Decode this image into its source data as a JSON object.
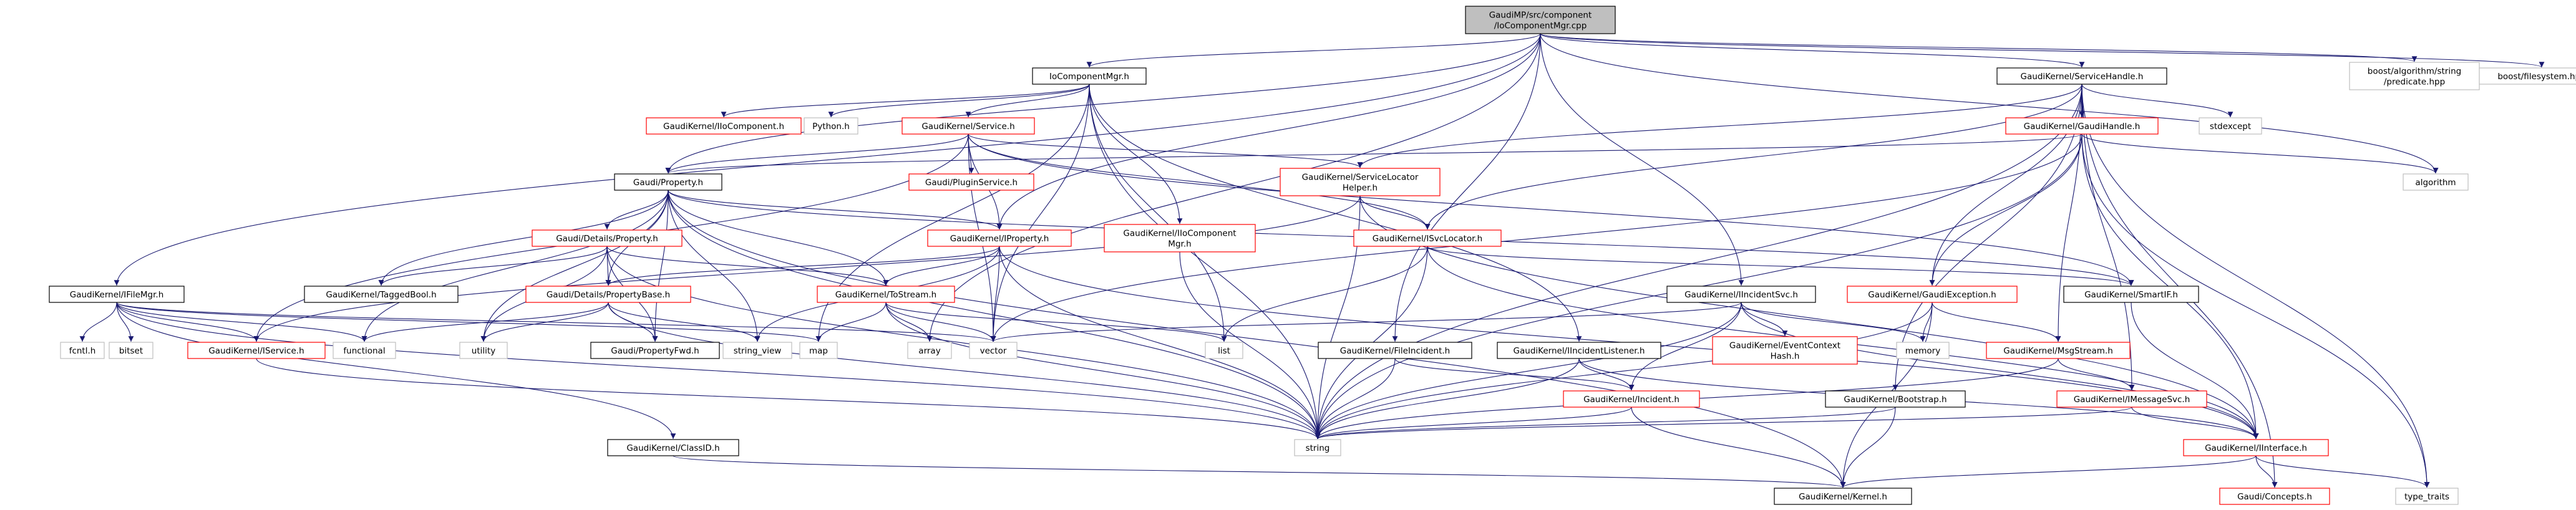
{
  "graph": {
    "nodes": [
      {
        "id": "root",
        "label": "GaudiMP/src/component\n/IoComponentMgr.cpp",
        "kind": "root"
      },
      {
        "id": "ioMgrh",
        "label": "IoComponentMgr.h",
        "kind": "doc"
      },
      {
        "id": "serviceHandle",
        "label": "GaudiKernel/ServiceHandle.h",
        "kind": "doc"
      },
      {
        "id": "boostAlg",
        "label": "boost/algorithm/string\n/predicate.hpp",
        "kind": "ext"
      },
      {
        "id": "boostFs",
        "label": "boost/filesystem.hpp",
        "kind": "ext"
      },
      {
        "id": "iIoComp",
        "label": "GaudiKernel/IIoComponent.h",
        "kind": "red"
      },
      {
        "id": "python",
        "label": "Python.h",
        "kind": "ext"
      },
      {
        "id": "gkService",
        "label": "GaudiKernel/Service.h",
        "kind": "red"
      },
      {
        "id": "gaudiHandle",
        "label": "GaudiKernel/GaudiHandle.h",
        "kind": "red"
      },
      {
        "id": "stdexcept",
        "label": "stdexcept",
        "kind": "ext"
      },
      {
        "id": "algorithm",
        "label": "algorithm",
        "kind": "ext"
      },
      {
        "id": "property",
        "label": "Gaudi/Property.h",
        "kind": "doc"
      },
      {
        "id": "pluginService",
        "label": "Gaudi/PluginService.h",
        "kind": "red"
      },
      {
        "id": "svcLocHelper",
        "label": "GaudiKernel/ServiceLocator\nHelper.h",
        "kind": "red"
      },
      {
        "id": "iIoCompMgr",
        "label": "GaudiKernel/IIoComponent\nMgr.h",
        "kind": "red"
      },
      {
        "id": "iProperty",
        "label": "GaudiKernel/IProperty.h",
        "kind": "red"
      },
      {
        "id": "iSvcLocator",
        "label": "GaudiKernel/ISvcLocator.h",
        "kind": "red"
      },
      {
        "id": "detailsProperty",
        "label": "Gaudi/Details/Property.h",
        "kind": "red"
      },
      {
        "id": "iFileMgr",
        "label": "GaudiKernel/IFileMgr.h",
        "kind": "doc"
      },
      {
        "id": "taggedBool",
        "label": "GaudiKernel/TaggedBool.h",
        "kind": "doc"
      },
      {
        "id": "propertyBase",
        "label": "Gaudi/Details/PropertyBase.h",
        "kind": "red"
      },
      {
        "id": "toStream",
        "label": "GaudiKernel/ToStream.h",
        "kind": "red"
      },
      {
        "id": "iIncidentSvc",
        "label": "GaudiKernel/IIncidentSvc.h",
        "kind": "doc"
      },
      {
        "id": "gaudiException",
        "label": "GaudiKernel/GaudiException.h",
        "kind": "red"
      },
      {
        "id": "smartIF",
        "label": "GaudiKernel/SmartIF.h",
        "kind": "doc"
      },
      {
        "id": "fcntl",
        "label": "fcntl.h",
        "kind": "ext"
      },
      {
        "id": "bitset",
        "label": "bitset",
        "kind": "ext"
      },
      {
        "id": "iService",
        "label": "GaudiKernel/IService.h",
        "kind": "red"
      },
      {
        "id": "functional",
        "label": "functional",
        "kind": "ext"
      },
      {
        "id": "utility",
        "label": "utility",
        "kind": "ext"
      },
      {
        "id": "propertyFwd",
        "label": "Gaudi/PropertyFwd.h",
        "kind": "doc"
      },
      {
        "id": "stringView",
        "label": "string_view",
        "kind": "ext"
      },
      {
        "id": "map",
        "label": "map",
        "kind": "ext"
      },
      {
        "id": "array",
        "label": "array",
        "kind": "ext"
      },
      {
        "id": "vector",
        "label": "vector",
        "kind": "ext"
      },
      {
        "id": "list",
        "label": "list",
        "kind": "ext"
      },
      {
        "id": "fileIncident",
        "label": "GaudiKernel/FileIncident.h",
        "kind": "doc"
      },
      {
        "id": "iIncidentListener",
        "label": "GaudiKernel/IIncidentListener.h",
        "kind": "doc"
      },
      {
        "id": "eventContextHash",
        "label": "GaudiKernel/EventContext\nHash.h",
        "kind": "red"
      },
      {
        "id": "memory",
        "label": "memory",
        "kind": "ext"
      },
      {
        "id": "msgStream",
        "label": "GaudiKernel/MsgStream.h",
        "kind": "red"
      },
      {
        "id": "incident",
        "label": "GaudiKernel/Incident.h",
        "kind": "red"
      },
      {
        "id": "bootstrap",
        "label": "GaudiKernel/Bootstrap.h",
        "kind": "doc"
      },
      {
        "id": "iMessageSvc",
        "label": "GaudiKernel/IMessageSvc.h",
        "kind": "red"
      },
      {
        "id": "classID",
        "label": "GaudiKernel/ClassID.h",
        "kind": "doc"
      },
      {
        "id": "string",
        "label": "string",
        "kind": "ext"
      },
      {
        "id": "iInterface",
        "label": "GaudiKernel/IInterface.h",
        "kind": "red"
      },
      {
        "id": "typeTraits",
        "label": "type_traits",
        "kind": "ext"
      },
      {
        "id": "kernel",
        "label": "GaudiKernel/Kernel.h",
        "kind": "doc"
      },
      {
        "id": "concepts",
        "label": "Gaudi/Concepts.h",
        "kind": "red"
      }
    ],
    "edges": [
      [
        "root",
        "ioMgrh"
      ],
      [
        "root",
        "serviceHandle"
      ],
      [
        "root",
        "boostAlg"
      ],
      [
        "root",
        "boostFs"
      ],
      [
        "root",
        "property"
      ],
      [
        "root",
        "iFileMgr"
      ],
      [
        "root",
        "iIncidentSvc"
      ],
      [
        "root",
        "fileIncident"
      ],
      [
        "root",
        "algorithm"
      ],
      [
        "root",
        "iProperty"
      ],
      [
        "root",
        "array"
      ],
      [
        "ioMgrh",
        "iIoComp"
      ],
      [
        "ioMgrh",
        "python"
      ],
      [
        "ioMgrh",
        "gkService"
      ],
      [
        "ioMgrh",
        "iIoCompMgr"
      ],
      [
        "ioMgrh",
        "iIncidentListener"
      ],
      [
        "ioMgrh",
        "string"
      ],
      [
        "ioMgrh",
        "vector"
      ],
      [
        "ioMgrh",
        "list"
      ],
      [
        "ioMgrh",
        "map"
      ],
      [
        "serviceHandle",
        "gaudiHandle"
      ],
      [
        "serviceHandle",
        "stdexcept"
      ],
      [
        "serviceHandle",
        "svcLocHelper"
      ],
      [
        "serviceHandle",
        "iSvcLocator"
      ],
      [
        "serviceHandle",
        "gaudiException"
      ],
      [
        "serviceHandle",
        "msgStream"
      ],
      [
        "serviceHandle",
        "iMessageSvc"
      ],
      [
        "serviceHandle",
        "bootstrap"
      ],
      [
        "serviceHandle",
        "typeTraits"
      ],
      [
        "serviceHandle",
        "string"
      ],
      [
        "serviceHandle",
        "concepts"
      ],
      [
        "gaudiHandle",
        "property"
      ],
      [
        "gaudiHandle",
        "gaudiException"
      ],
      [
        "gaudiHandle",
        "iInterface"
      ],
      [
        "gaudiHandle",
        "algorithm"
      ],
      [
        "gaudiHandle",
        "string"
      ],
      [
        "gaudiHandle",
        "vector"
      ],
      [
        "gaudiHandle",
        "typeTraits"
      ],
      [
        "gkService",
        "property"
      ],
      [
        "gkService",
        "pluginService"
      ],
      [
        "gkService",
        "svcLocHelper"
      ],
      [
        "gkService",
        "iProperty"
      ],
      [
        "gkService",
        "iService"
      ],
      [
        "gkService",
        "iSvcLocator"
      ],
      [
        "gkService",
        "smartIF"
      ],
      [
        "gkService",
        "vector"
      ],
      [
        "property",
        "detailsProperty"
      ],
      [
        "property",
        "propertyBase"
      ],
      [
        "property",
        "iProperty"
      ],
      [
        "property",
        "taggedBool"
      ],
      [
        "property",
        "toStream"
      ],
      [
        "property",
        "propertyFwd"
      ],
      [
        "property",
        "stringView"
      ],
      [
        "property",
        "utility"
      ],
      [
        "property",
        "string"
      ],
      [
        "property",
        "kernel"
      ],
      [
        "property",
        "smartIF"
      ],
      [
        "property",
        "functional"
      ],
      [
        "svcLocHelper",
        "iSvcLocator"
      ],
      [
        "svcLocHelper",
        "iService"
      ],
      [
        "svcLocHelper",
        "string"
      ],
      [
        "svcLocHelper",
        "iInterface"
      ],
      [
        "iIoCompMgr",
        "string"
      ],
      [
        "iProperty",
        "propertyBase"
      ],
      [
        "iProperty",
        "toStream"
      ],
      [
        "iProperty",
        "iInterface"
      ],
      [
        "iProperty",
        "string"
      ],
      [
        "iProperty",
        "vector"
      ],
      [
        "iProperty",
        "stringView"
      ],
      [
        "iSvcLocator",
        "smartIF"
      ],
      [
        "iSvcLocator",
        "iInterface"
      ],
      [
        "iSvcLocator",
        "list"
      ],
      [
        "iSvcLocator",
        "string"
      ],
      [
        "detailsProperty",
        "propertyBase"
      ],
      [
        "detailsProperty",
        "toStream"
      ],
      [
        "detailsProperty",
        "taggedBool"
      ],
      [
        "detailsProperty",
        "propertyFwd"
      ],
      [
        "detailsProperty",
        "utility"
      ],
      [
        "detailsProperty",
        "string"
      ],
      [
        "iFileMgr",
        "iService"
      ],
      [
        "iFileMgr",
        "classID"
      ],
      [
        "iFileMgr",
        "fcntl"
      ],
      [
        "iFileMgr",
        "bitset"
      ],
      [
        "iFileMgr",
        "functional"
      ],
      [
        "iFileMgr",
        "map"
      ],
      [
        "iFileMgr",
        "string"
      ],
      [
        "iFileMgr",
        "vector"
      ],
      [
        "propertyBase",
        "propertyFwd"
      ],
      [
        "propertyBase",
        "utility"
      ],
      [
        "propertyBase",
        "stringView"
      ],
      [
        "propertyBase",
        "string"
      ],
      [
        "propertyBase",
        "functional"
      ],
      [
        "toStream",
        "array"
      ],
      [
        "toStream",
        "map"
      ],
      [
        "toStream",
        "vector"
      ],
      [
        "toStream",
        "list"
      ],
      [
        "toStream",
        "string"
      ],
      [
        "iIncidentSvc",
        "iInterface"
      ],
      [
        "iIncidentSvc",
        "incident"
      ],
      [
        "iIncidentSvc",
        "eventContextHash"
      ],
      [
        "iIncidentSvc",
        "memory"
      ],
      [
        "iIncidentSvc",
        "string"
      ],
      [
        "iIncidentSvc",
        "vector"
      ],
      [
        "gaudiException",
        "memory"
      ],
      [
        "gaudiException",
        "msgStream"
      ],
      [
        "gaudiException",
        "kernel"
      ],
      [
        "gaudiException",
        "string"
      ],
      [
        "smartIF",
        "iInterface"
      ],
      [
        "iService",
        "string"
      ],
      [
        "fileIncident",
        "incident"
      ],
      [
        "fileIncident",
        "string"
      ],
      [
        "iIncidentListener",
        "incident"
      ],
      [
        "iIncidentListener",
        "iInterface"
      ],
      [
        "iIncidentListener",
        "string"
      ],
      [
        "msgStream",
        "iMessageSvc"
      ],
      [
        "msgStream",
        "string"
      ],
      [
        "incident",
        "kernel"
      ],
      [
        "incident",
        "string"
      ],
      [
        "bootstrap",
        "kernel"
      ],
      [
        "bootstrap",
        "string"
      ],
      [
        "iMessageSvc",
        "iInterface"
      ],
      [
        "iMessageSvc",
        "string"
      ],
      [
        "classID",
        "kernel"
      ],
      [
        "iInterface",
        "kernel"
      ],
      [
        "iInterface",
        "concepts"
      ],
      [
        "iInterface",
        "typeTraits"
      ]
    ]
  }
}
